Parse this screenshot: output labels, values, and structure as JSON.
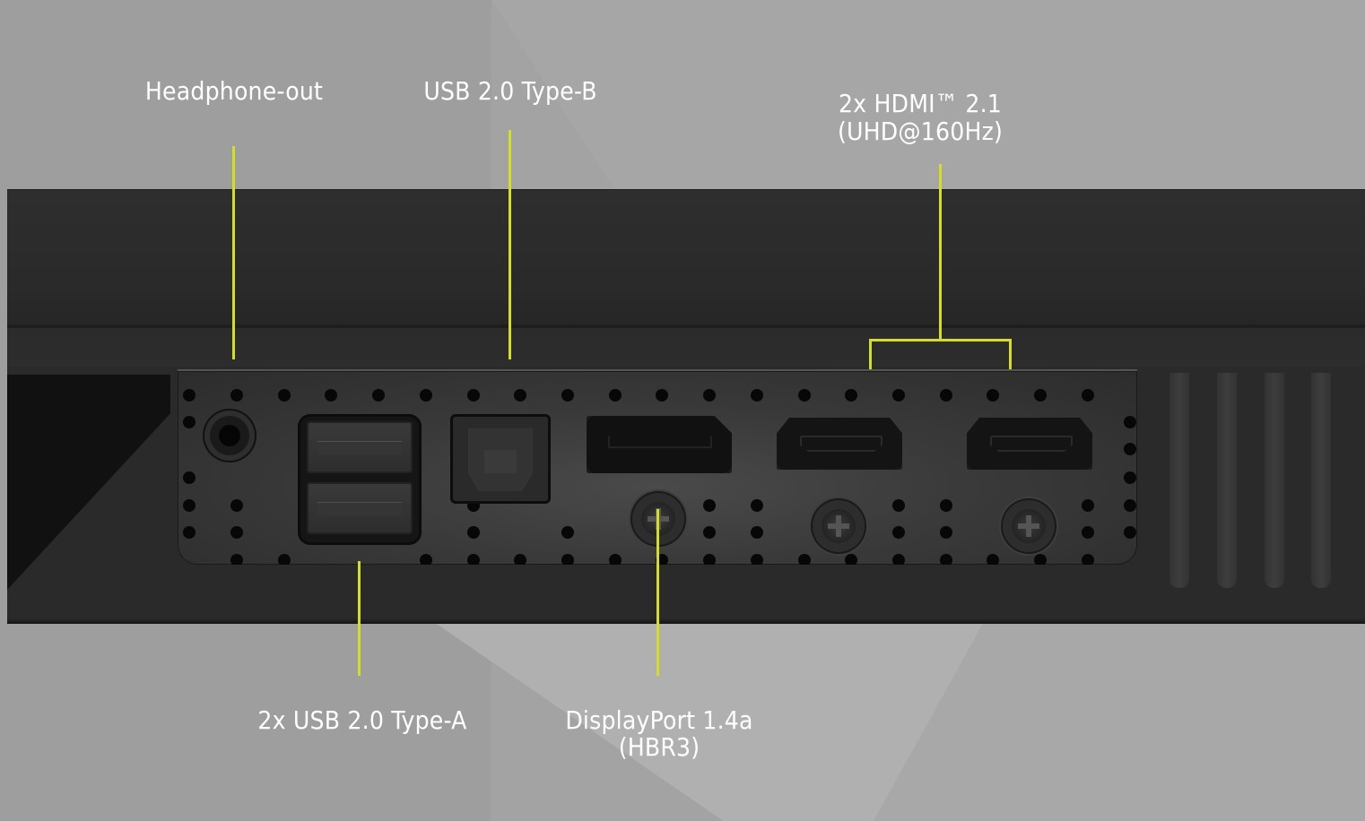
{
  "colors": {
    "background": "#a3a3a3",
    "monitor_body": "#2a2a2a",
    "callout_line": "#d2e020",
    "label_text": "#ffffff"
  },
  "labels": {
    "headphone": "Headphone-out",
    "usb_b": "USB 2.0 Type-B",
    "hdmi_line1": "2x HDMI™ 2.1",
    "hdmi_line2": "(UHD@160Hz)",
    "usb_a": "2x USB 2.0 Type-A",
    "dp_line1": "DisplayPort 1.4a",
    "dp_line2": "(HBR3)"
  },
  "ports": [
    {
      "id": "headphone-jack",
      "type": "3.5mm audio out"
    },
    {
      "id": "usb-a-stack",
      "type": "USB 2.0 Type-A",
      "count": 2
    },
    {
      "id": "usb-b",
      "type": "USB 2.0 Type-B"
    },
    {
      "id": "displayport",
      "type": "DisplayPort 1.4a",
      "note": "HBR3"
    },
    {
      "id": "hdmi-1",
      "type": "HDMI 2.1",
      "note": "UHD@160Hz"
    },
    {
      "id": "hdmi-2",
      "type": "HDMI 2.1",
      "note": "UHD@160Hz"
    }
  ]
}
